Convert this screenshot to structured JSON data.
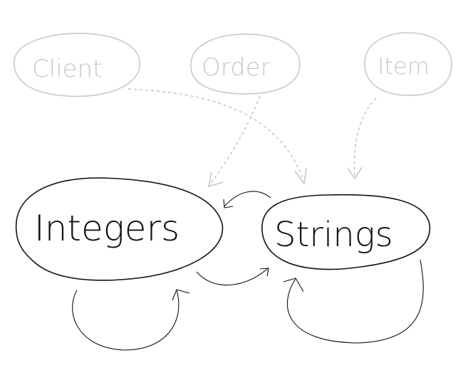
{
  "nodes": {
    "client": "Client",
    "order": "Order",
    "item": "Item",
    "integers": "Integers",
    "strings": "Strings"
  },
  "colors": {
    "faded": "#c8c8c8",
    "ink": "#111111"
  }
}
